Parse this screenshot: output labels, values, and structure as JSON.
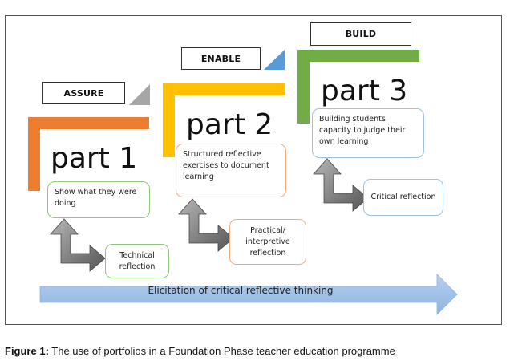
{
  "diagram": {
    "phases": [
      {
        "label": "ASSURE",
        "accent": "#a6a6a6"
      },
      {
        "label": "ENABLE",
        "accent": "#5b9bd5"
      },
      {
        "label": "BUILD",
        "accent": null
      }
    ],
    "parts": [
      {
        "title": "part 1",
        "color": "#ed7d31",
        "description": "Show what they were doing",
        "description_border": "#8fc97a",
        "reflection": "Technical reflection",
        "reflection_border": "#8fc97a"
      },
      {
        "title": "part 2",
        "color": "#ffc000",
        "description": "Structured reflective exercises to document learning",
        "description_border": "#f4a97a",
        "reflection": "Practical/ interpretive reflection",
        "reflection_border": "#f4a97a"
      },
      {
        "title": "part 3",
        "color": "#70ad47",
        "description": "Building students capacity to judge their own learning",
        "description_border": "#9dc3e6",
        "reflection": "Critical reflection",
        "reflection_border": "#9dc3e6"
      }
    ],
    "progress_arrow": {
      "label": "Elicitation of critical reflective thinking",
      "color": "#9dc3e6"
    }
  },
  "caption": {
    "label": "Figure 1:",
    "text": " The use of portfolios in a Foundation Phase teacher education programme"
  }
}
